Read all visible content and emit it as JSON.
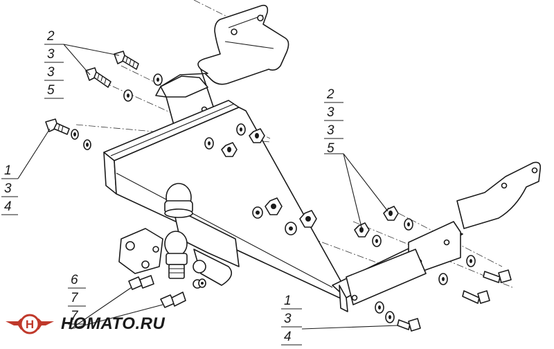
{
  "callouts": [
    {
      "id": "top-left",
      "lines": [
        "2",
        "3",
        "3",
        "5"
      ]
    },
    {
      "id": "mid-left",
      "lines": [
        "1",
        "3",
        "4"
      ]
    },
    {
      "id": "right",
      "lines": [
        "2",
        "3",
        "3",
        "5"
      ]
    },
    {
      "id": "bottom-left",
      "lines": [
        "6",
        "7",
        "7"
      ]
    },
    {
      "id": "bottom-right",
      "lines": [
        "1",
        "3",
        "4"
      ]
    }
  ],
  "watermark": {
    "text": "HOMATO.RU",
    "color": "#c0392b"
  }
}
